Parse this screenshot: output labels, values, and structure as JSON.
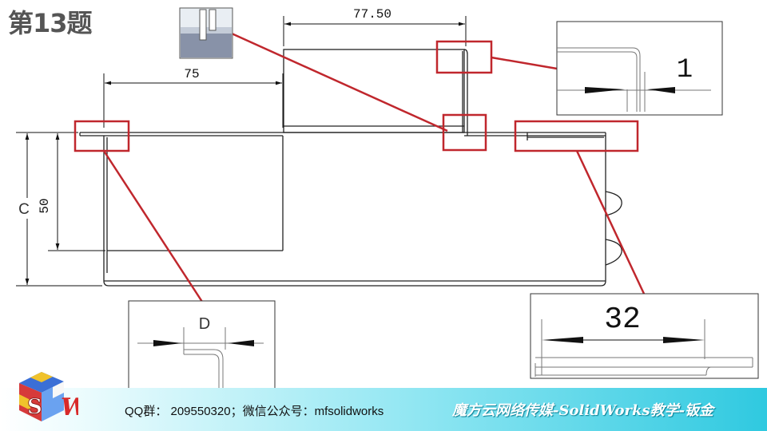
{
  "slide": {
    "title": "第13题"
  },
  "dimensions": {
    "top_width": "77.50",
    "left_width": "75",
    "height_c": "C",
    "height_50": "50"
  },
  "callouts": {
    "thickness_value": "1",
    "gap_label": "D",
    "hem_length": "32"
  },
  "footer": {
    "contact": "QQ群：  209550320；微信公众号：mfsolidworks",
    "brand": "魔方云网络传媒-SolidWorks教学-钣金"
  },
  "colors": {
    "callout_red": "#c0272d",
    "line": "#222222",
    "footer_accent": "#2fc9e0"
  }
}
